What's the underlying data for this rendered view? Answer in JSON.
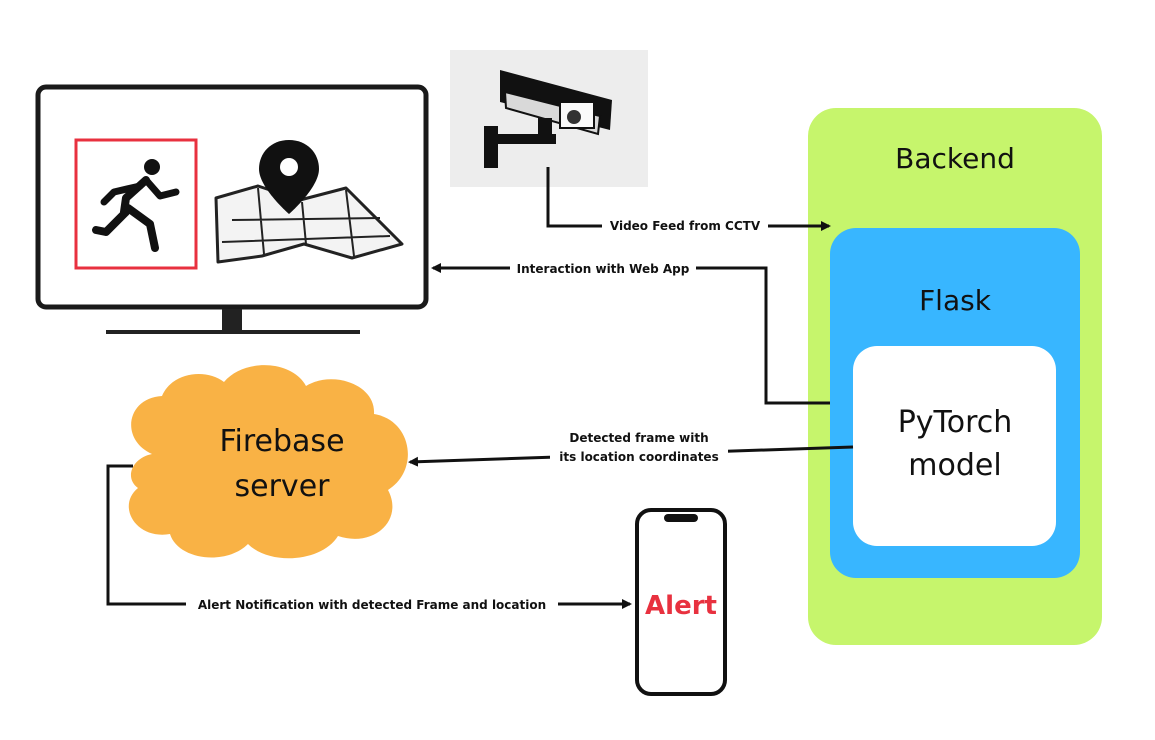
{
  "nodes": {
    "backend": {
      "label": "Backend",
      "color": "#c6f56c"
    },
    "flask": {
      "label": "Flask",
      "color": "#38b6ff"
    },
    "model": {
      "label_line1": "PyTorch",
      "label_line2": "model",
      "color": "#ffffff"
    },
    "firebase": {
      "label_line1": "Firebase",
      "label_line2": "server",
      "color": "#f9b245"
    },
    "phone": {
      "label": "Alert",
      "label_color": "#e8313f"
    },
    "monitor": {
      "icons": [
        "running-person-icon",
        "map-pin-icon"
      ],
      "frame_color": "#e8313f"
    },
    "camera": {
      "icon": "cctv-camera-icon"
    }
  },
  "edges": {
    "video_feed": {
      "label": "Video Feed from CCTV"
    },
    "web_app": {
      "label": "Interaction with Web App"
    },
    "detected_frame": {
      "label_line1": "Detected frame with",
      "label_line2": "its location coordinates"
    },
    "alert_notification": {
      "label": "Alert Notification with detected Frame and location"
    }
  }
}
